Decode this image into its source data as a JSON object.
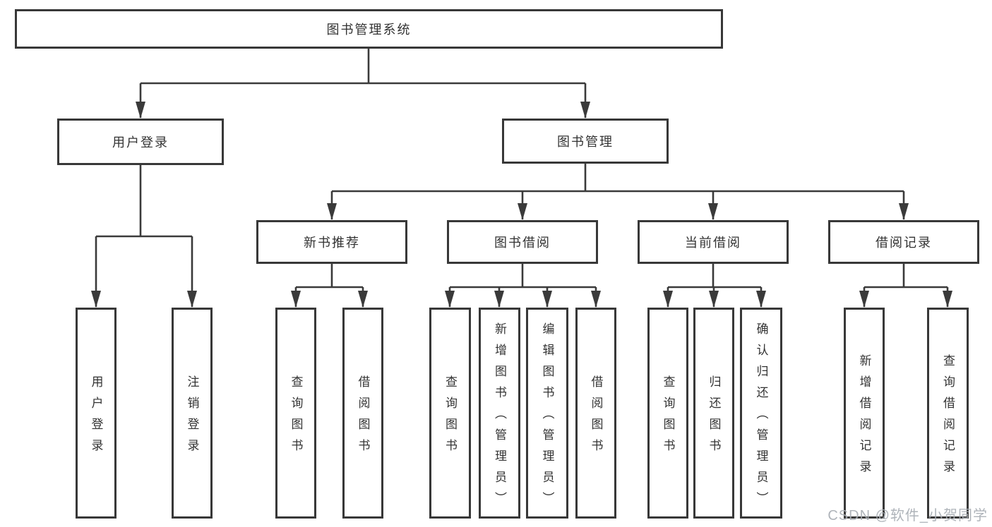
{
  "tree": {
    "root": {
      "label": "图书管理系统",
      "children": [
        {
          "label": "用户登录",
          "children": [
            {
              "label": "用户登录"
            },
            {
              "label": "注销登录"
            }
          ]
        },
        {
          "label": "图书管理",
          "children": [
            {
              "label": "新书推荐",
              "children": [
                {
                  "label": "查询图书"
                },
                {
                  "label": "借阅图书"
                }
              ]
            },
            {
              "label": "图书借阅",
              "children": [
                {
                  "label": "查询图书"
                },
                {
                  "label": "新增图书（管理员）"
                },
                {
                  "label": "编辑图书（管理员）"
                },
                {
                  "label": "借阅图书"
                }
              ]
            },
            {
              "label": "当前借阅",
              "children": [
                {
                  "label": "查询图书"
                },
                {
                  "label": "归还图书"
                },
                {
                  "label": "确认归还（管理员）"
                }
              ]
            },
            {
              "label": "借阅记录",
              "children": [
                {
                  "label": "新增借阅记录"
                },
                {
                  "label": "查询借阅记录"
                }
              ]
            }
          ]
        }
      ]
    }
  },
  "watermark": {
    "text": "CSDN @软件_小贺同学"
  },
  "colors": {
    "line": "#3a3a3a",
    "box_border": "#383838",
    "text": "#333333",
    "watermark": "#a8aeb4",
    "background": "#ffffff"
  }
}
